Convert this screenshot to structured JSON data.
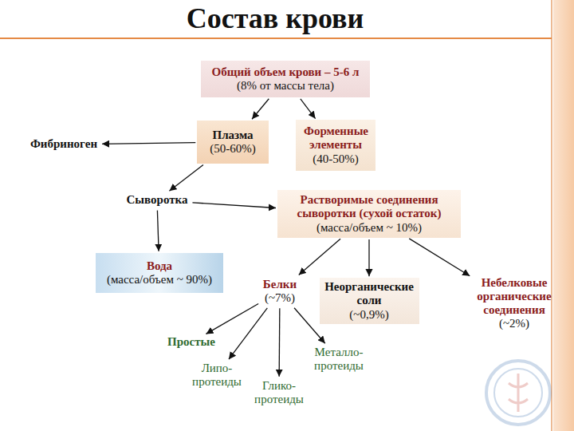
{
  "diagram": {
    "title": "Состав крови",
    "nodes": [
      {
        "text": [
          "Общий объем крови – 5-6 л",
          "(8% от массы тела)"
        ]
      },
      {
        "text": [
          "Фибриноген"
        ]
      },
      {
        "text": [
          "Плазма",
          "(50-60%)"
        ]
      },
      {
        "text": [
          "Форменные элементы",
          "(40-50%)"
        ]
      },
      {
        "text": [
          "Сыворотка"
        ]
      },
      {
        "text": [
          "Растворимые соединения сыворотки (сухой остаток)",
          "(масса/объем ~ 10%)"
        ]
      },
      {
        "text": [
          "Вода",
          "(масса/объем ~ 90%)"
        ]
      },
      {
        "text": [
          "Белки",
          "(~7%)"
        ]
      },
      {
        "text": [
          "Неорганические соли",
          "(~0,9%)"
        ]
      },
      {
        "text": [
          "Небелковые органические соединения",
          "(~2%)"
        ]
      },
      {
        "text": [
          "Простые"
        ]
      },
      {
        "text": [
          "Металло- протеиды"
        ]
      },
      {
        "text": [
          "Липо- протеиды"
        ]
      },
      {
        "text": [
          "Глико- протеиды"
        ]
      }
    ],
    "edges": [
      {
        "from": 0,
        "to": 2,
        "arrow": "to"
      },
      {
        "from": 0,
        "to": 3,
        "arrow": "to"
      },
      {
        "from": 2,
        "to": 1,
        "arrow": "to"
      },
      {
        "from": 2,
        "to": 4,
        "arrow": "to"
      },
      {
        "from": 4,
        "to": 5,
        "arrow": "to"
      },
      {
        "from": 4,
        "to": 6,
        "arrow": "to"
      },
      {
        "from": 5,
        "to": 7,
        "arrow": "to"
      },
      {
        "from": 5,
        "to": 8,
        "arrow": "to"
      },
      {
        "from": 5,
        "to": 9,
        "arrow": "to"
      },
      {
        "from": 7,
        "to": 10,
        "arrow": "to"
      },
      {
        "from": 7,
        "to": 12,
        "arrow": "to"
      },
      {
        "from": 7,
        "to": 13,
        "arrow": "to"
      },
      {
        "from": 7,
        "to": 11,
        "arrow": "to"
      }
    ]
  }
}
